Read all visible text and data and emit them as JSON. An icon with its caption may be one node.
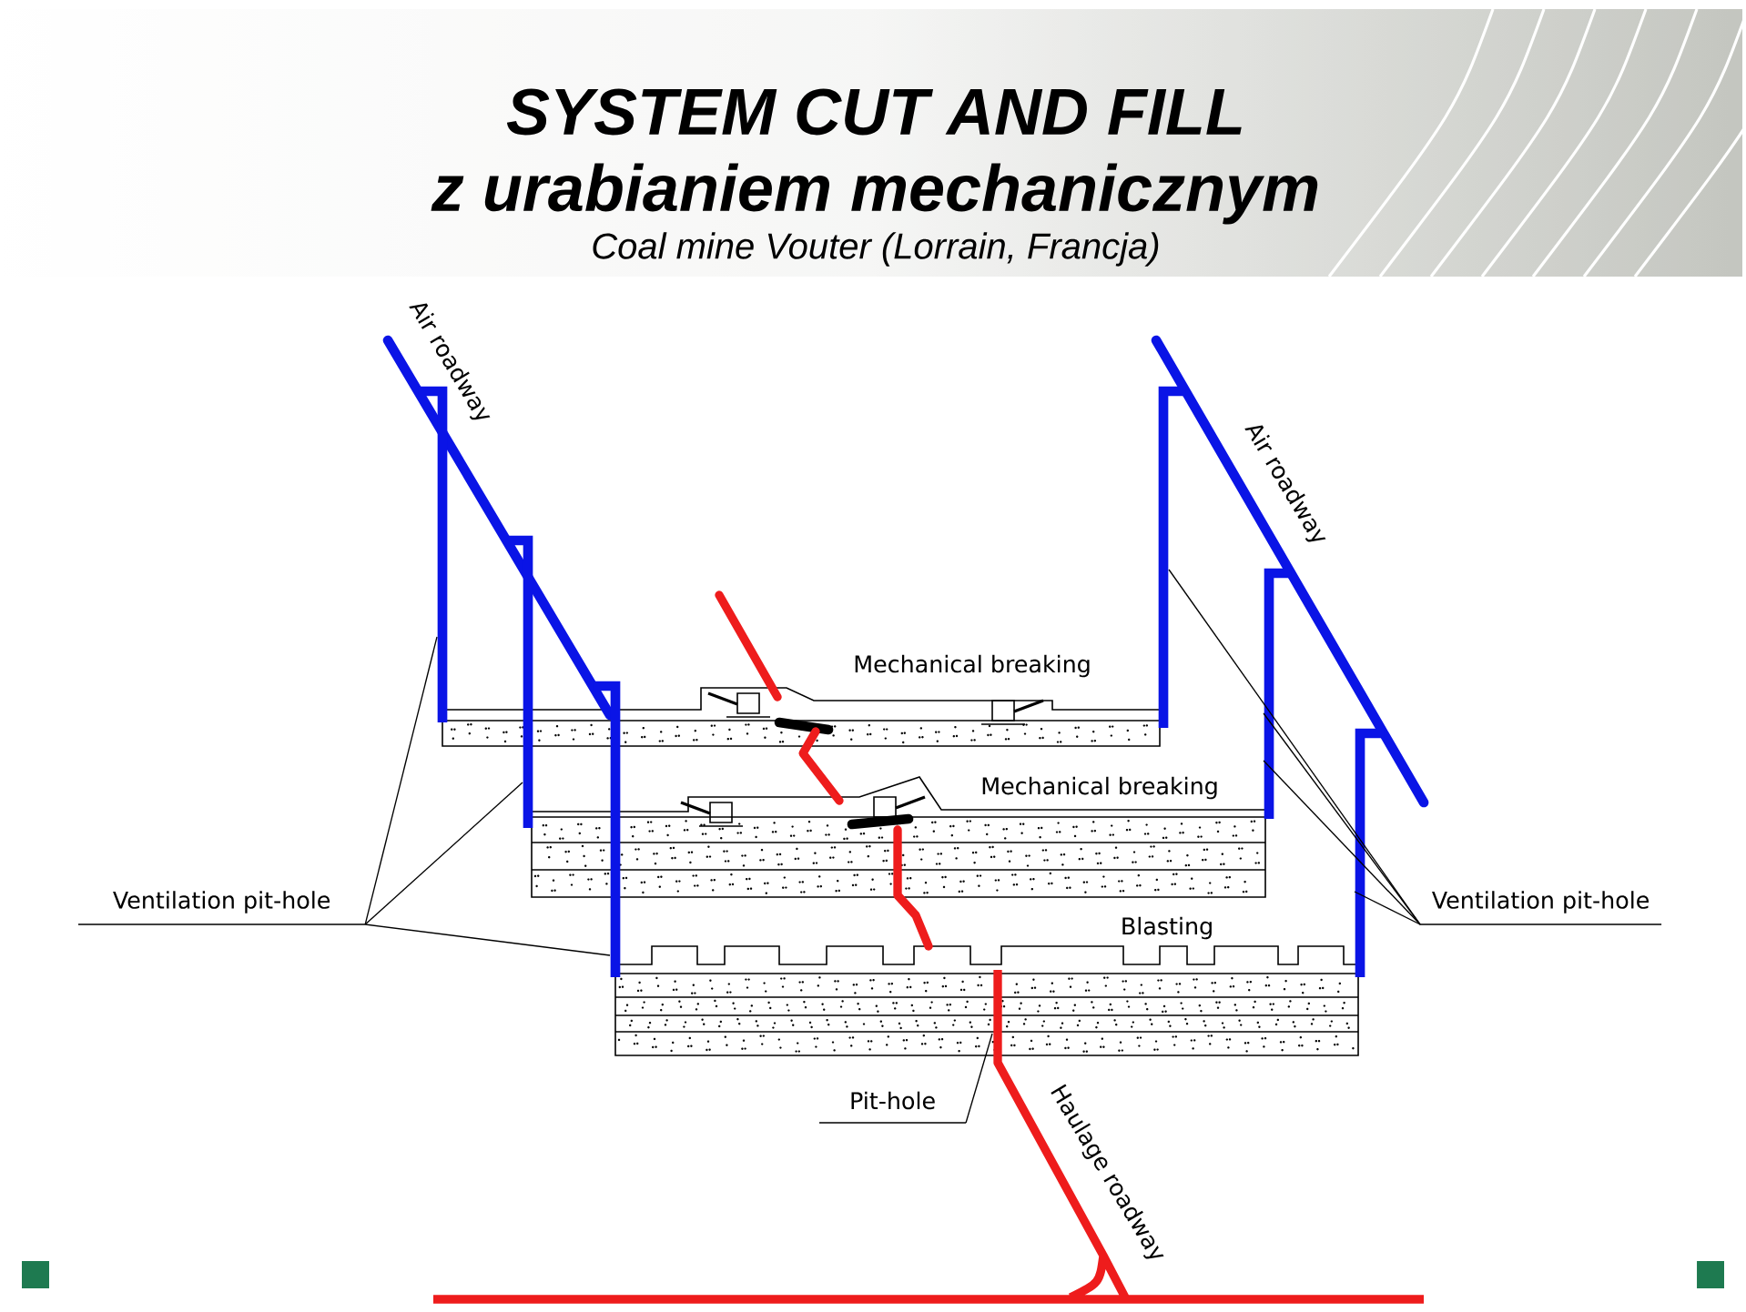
{
  "diagram": {
    "title": "SYSTEM CUT AND FILL z urabianiem mechanicznym",
    "caption": "Coal mine Vouter (Lorrain, Francja)",
    "nodes": [
      {
        "text": [
          "Ventilation pit-hole"
        ]
      },
      {
        "text": [
          "Ventilation pit-hole"
        ]
      },
      {
        "text": [
          "Pit-hole"
        ]
      }
    ],
    "edges": [
      {
        "from": 0,
        "to": null,
        "arrow": "none"
      },
      {
        "from": 0,
        "to": null,
        "arrow": "none"
      },
      {
        "from": 0,
        "to": null,
        "arrow": "none"
      },
      {
        "from": 1,
        "to": null,
        "arrow": "none"
      },
      {
        "from": 1,
        "to": null,
        "arrow": "none"
      },
      {
        "from": 1,
        "to": null,
        "arrow": "none"
      },
      {
        "from": 1,
        "to": null,
        "arrow": "none"
      },
      {
        "from": 2,
        "to": null,
        "arrow": "none"
      }
    ],
    "labels": [
      "Air roadway",
      "Air roadway",
      "Mechanical breaking",
      "Mechanical breaking",
      "Blasting",
      "Haulage roadway"
    ]
  }
}
